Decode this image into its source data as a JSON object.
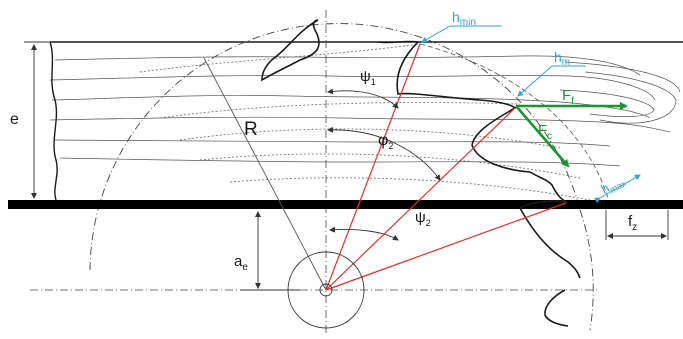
{
  "labels": {
    "e": "e",
    "R": "R",
    "ae_main": "a",
    "ae_sub": "e",
    "psi1_main": "ψ",
    "psi1_sub": "1",
    "phi2_main": "φ",
    "phi2_sub": "2",
    "psi2_main": "ψ",
    "psi2_sub": "2",
    "hmin_main": "h",
    "hmin_sub": "min",
    "hm_main": "h",
    "hm_sub": "m",
    "hmax_main": "h",
    "hmax_sub": "max",
    "Ff_main": "F",
    "Ff_sub": "f",
    "Fc_main": "F",
    "Fc_sub": "c",
    "fz_main": "f",
    "fz_sub": "z"
  },
  "colors": {
    "ink": "#1a1a1a",
    "construction": "#444444",
    "radial_lines": "#e0302a",
    "thickness_labels": "#2fa3dc",
    "forces": "#18962f",
    "table": "#000000"
  }
}
